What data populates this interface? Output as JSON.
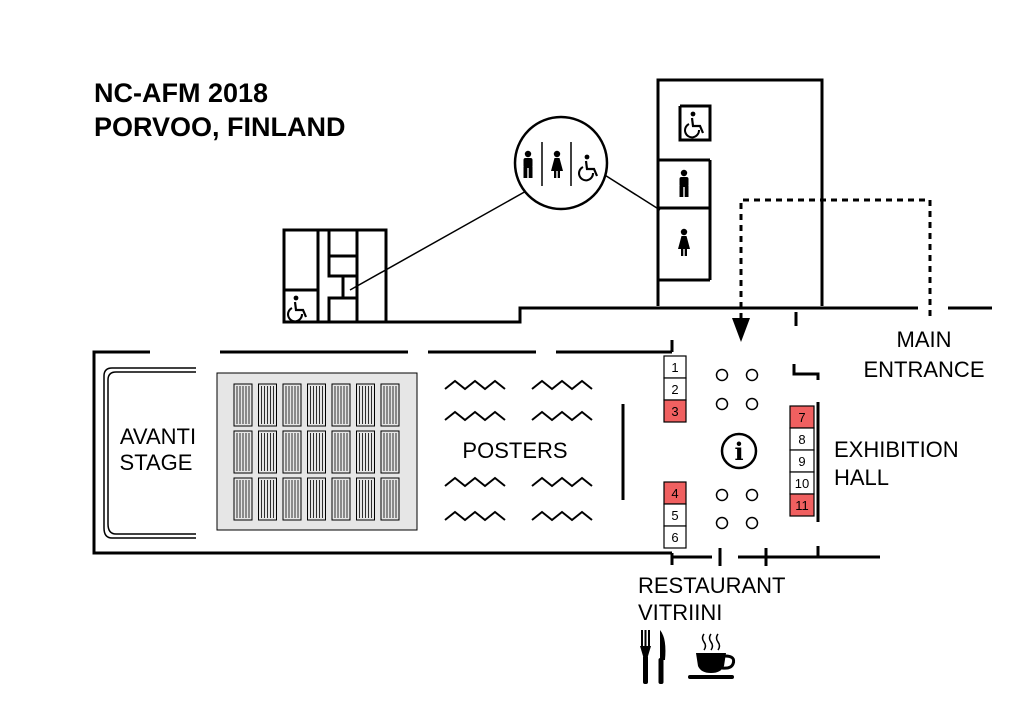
{
  "title": {
    "line1": "NC-AFM 2018",
    "line2": "PORVOO, FINLAND"
  },
  "labels": {
    "stage_1": "AVANTI",
    "stage_2": "STAGE",
    "posters": "POSTERS",
    "main_entrance_1": "MAIN",
    "main_entrance_2": "ENTRANCE",
    "exhibition_1": "EXHIBITION",
    "exhibition_2": "HALL",
    "restaurant_1": "RESTAURANT",
    "restaurant_2": "VITRIINI",
    "info": "i"
  },
  "booths": {
    "left": [
      {
        "number": "1",
        "highlighted": false
      },
      {
        "number": "2",
        "highlighted": false
      },
      {
        "number": "3",
        "highlighted": true
      },
      {
        "number": "4",
        "highlighted": true
      },
      {
        "number": "5",
        "highlighted": false
      },
      {
        "number": "6",
        "highlighted": false
      }
    ],
    "right": [
      {
        "number": "7",
        "highlighted": true
      },
      {
        "number": "8",
        "highlighted": false
      },
      {
        "number": "9",
        "highlighted": false
      },
      {
        "number": "10",
        "highlighted": false
      },
      {
        "number": "11",
        "highlighted": true
      }
    ]
  },
  "colors": {
    "highlight": "#f06060",
    "line": "#000000",
    "background": "#ffffff"
  },
  "icons": [
    "man-icon",
    "woman-icon",
    "wheelchair-icon",
    "info-icon",
    "fork-knife-icon",
    "coffee-cup-icon",
    "arrow-down-icon"
  ]
}
